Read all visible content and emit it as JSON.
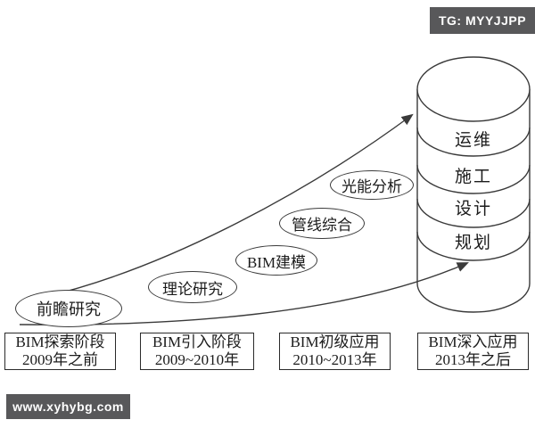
{
  "badges": {
    "telegram": "TG: MYYJJPP",
    "website": "www.xyhybg.com"
  },
  "milestones": [
    {
      "label": "前瞻研究"
    },
    {
      "label": "理论研究"
    },
    {
      "label": "BIM建模"
    },
    {
      "label": "管线综合"
    },
    {
      "label": "光能分析"
    }
  ],
  "cylinder": {
    "layers": [
      "运维",
      "施工",
      "设计",
      "规划"
    ]
  },
  "stages": [
    {
      "title": "BIM探索阶段",
      "period": "2009年之前"
    },
    {
      "title": "BIM引入阶段",
      "period": "2009~2010年"
    },
    {
      "title": "BIM初级应用",
      "period": "2010~2013年"
    },
    {
      "title": "BIM深入应用",
      "period": "2013年之后"
    }
  ],
  "colors": {
    "line": "#3a3a3a",
    "badge_background": "#58585a",
    "text": "#1c1c1c",
    "background": "#ffffff"
  }
}
